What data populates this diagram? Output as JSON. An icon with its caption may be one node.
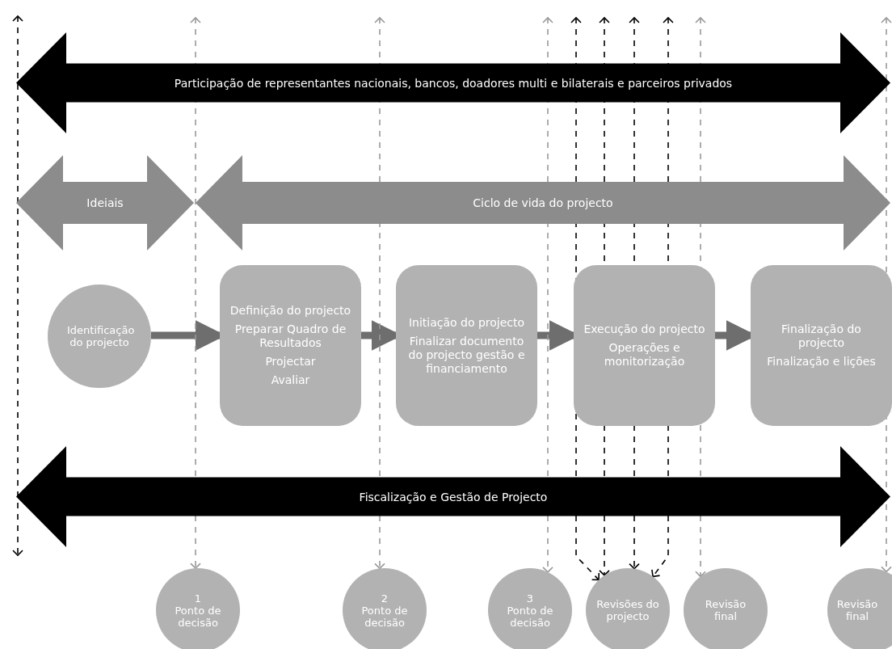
{
  "diagram": {
    "nodes": [
      {
        "text": [
          "Participação de representantes nacionais, bancos, doadores multi e bilaterais e parceiros privados"
        ]
      },
      {
        "text": [
          "Ideiais"
        ]
      },
      {
        "text": [
          "Ciclo de vida do projecto"
        ]
      },
      {
        "text": [
          "Identificação do projecto"
        ]
      },
      {
        "text": [
          "Definição do projecto",
          "Preparar Quadro de Resultados",
          "Projectar",
          "Avaliar"
        ]
      },
      {
        "text": [
          "Initiação do projecto",
          "Finalizar documento do projecto gestão e financiamento"
        ]
      },
      {
        "text": [
          "Execução do projecto",
          "Operações e monitorização"
        ]
      },
      {
        "text": [
          "Finalização do projecto",
          "Finalização e lições"
        ]
      },
      {
        "text": [
          "Fiscalização e Gestão de Projecto"
        ]
      },
      {
        "text": [
          "1",
          "Ponto de decisão"
        ]
      },
      {
        "text": [
          "2",
          "Ponto de decisão"
        ]
      },
      {
        "text": [
          "3",
          "Ponto de decisão"
        ]
      },
      {
        "text": [
          "Revisões do projecto"
        ]
      },
      {
        "text": [
          "Revisão final"
        ]
      },
      {
        "text": [
          "Revisão final"
        ]
      }
    ],
    "edges": [
      {
        "from": 3,
        "to": 4,
        "arrow": "to",
        "style": "thick"
      },
      {
        "from": 4,
        "to": 5,
        "arrow": "to",
        "style": "thick"
      },
      {
        "from": 5,
        "to": 6,
        "arrow": "to",
        "style": "thick"
      },
      {
        "from": 6,
        "to": 7,
        "arrow": "to",
        "style": "thick"
      },
      {
        "from": null,
        "to": 9,
        "arrow": "both",
        "style": "dashed",
        "color": "#999999"
      },
      {
        "from": null,
        "to": 10,
        "arrow": "both",
        "style": "dashed",
        "color": "#999999"
      },
      {
        "from": null,
        "to": 11,
        "arrow": "both",
        "style": "dashed",
        "color": "#999999"
      },
      {
        "from": null,
        "to": 12,
        "arrow": "both",
        "style": "dashed",
        "color": "#000000"
      },
      {
        "from": null,
        "to": 12,
        "arrow": "both",
        "style": "dashed",
        "color": "#000000"
      },
      {
        "from": null,
        "to": 12,
        "arrow": "both",
        "style": "dashed",
        "color": "#000000"
      },
      {
        "from": null,
        "to": 12,
        "arrow": "both",
        "style": "dashed",
        "color": "#000000"
      },
      {
        "from": null,
        "to": 13,
        "arrow": "both",
        "style": "dashed",
        "color": "#999999"
      },
      {
        "from": null,
        "to": 14,
        "arrow": "both",
        "style": "dashed",
        "color": "#999999"
      }
    ]
  }
}
